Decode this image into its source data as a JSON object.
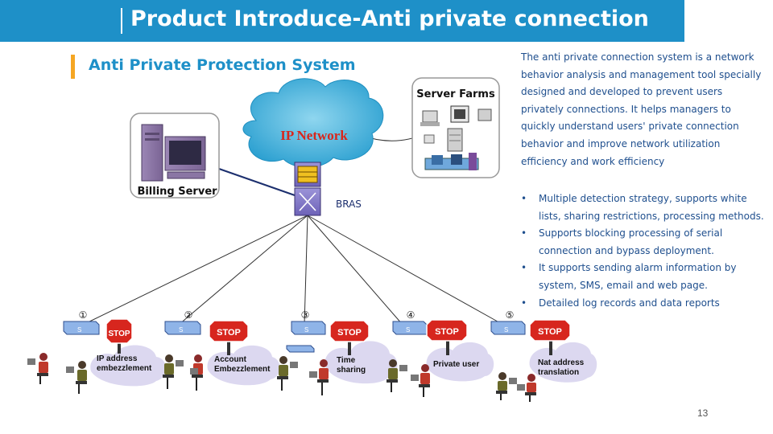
{
  "slide": {
    "title": "Product Introduce-Anti private connection",
    "subtitle": "Anti Private Protection System",
    "page_number": "13"
  },
  "description": "The anti private connection system is a network behavior analysis and management tool specially designed and developed to prevent users privately connections. It helps managers to quickly understand users' private connection behavior and improve network utilization efficiency and work efficiency",
  "bullets": [
    "Multiple detection strategy, supports white lists, sharing restrictions, processing methods.",
    "Supports blocking processing of serial connection and bypass deployment.",
    "It supports sending alarm information by system, SMS, email and web page.",
    "Detailed log records and data reports"
  ],
  "diagram": {
    "cloud_label": "IP Network",
    "bras_label": "BRAS",
    "billing_label": "Billing Server",
    "server_farm_label": "Server Farms",
    "stop_text": "STOP",
    "scenarios": [
      {
        "number": "①",
        "label": [
          "IP address",
          "embezzlement"
        ]
      },
      {
        "number": "②",
        "label": [
          "Account",
          "Embezzlement"
        ]
      },
      {
        "number": "③",
        "label": [
          "Time",
          "sharing"
        ]
      },
      {
        "number": "④",
        "label": [
          "Private user"
        ]
      },
      {
        "number": "⑤",
        "label": [
          "Nat address",
          "translation"
        ]
      }
    ]
  },
  "colors": {
    "title_bar": "#1e90c8",
    "accent": "#f5a623",
    "cloud": "#3ab0d8",
    "cloud_label": "#d9261c",
    "stop_red": "#d7261e",
    "body_text": "#1f4f8e",
    "switch": "#8fb4e8"
  }
}
